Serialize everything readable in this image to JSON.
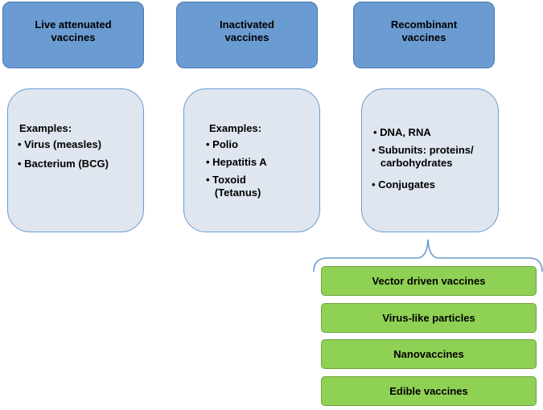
{
  "headers": [
    {
      "label": "Live attenuated\nvaccines"
    },
    {
      "label": "Inactivated\nvaccines"
    },
    {
      "label": "Recombinant\nvaccines"
    }
  ],
  "examples": [
    {
      "title": "Examples:",
      "items": [
        "• Virus (measles)",
        "• Bacterium (BCG)"
      ]
    },
    {
      "title": "Examples:",
      "items": [
        "• Polio",
        "• Hepatitis A",
        "• Toxoid\n   (Tetanus)"
      ]
    },
    {
      "title": "",
      "items": [
        "• DNA, RNA",
        "• Subunits: proteins/\n   carbohydrates",
        "• Conjugates"
      ]
    }
  ],
  "recombinant_types": [
    {
      "label": "Vector driven vaccines"
    },
    {
      "label": "Virus-like particles"
    },
    {
      "label": "Nanovaccines"
    },
    {
      "label": "Edible vaccines"
    }
  ],
  "colors": {
    "header_fill": "#6a9bd1",
    "example_fill": "#dfe6ef",
    "green_fill": "#8fd155"
  }
}
